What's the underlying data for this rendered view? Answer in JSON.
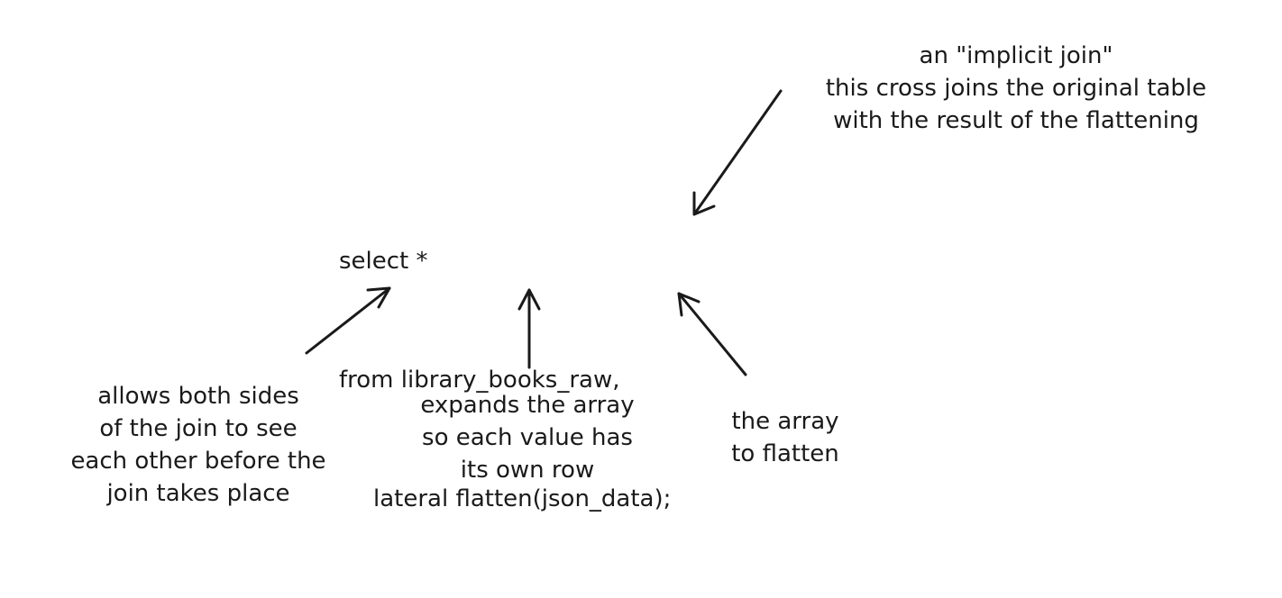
{
  "code": {
    "lines": [
      "select *",
      "from library_books_raw,",
      "lateral flatten(json_data);"
    ]
  },
  "annotations": {
    "implicit_join": [
      "an \"implicit join\"",
      "this cross joins the original table",
      "with the result of the flattening"
    ],
    "lateral": [
      "allows both sides",
      "of the join to see",
      "each other before the",
      "join takes place"
    ],
    "flatten": [
      "expands the array",
      "so each value has",
      "its own row"
    ],
    "array": [
      "the array",
      "to flatten"
    ]
  }
}
